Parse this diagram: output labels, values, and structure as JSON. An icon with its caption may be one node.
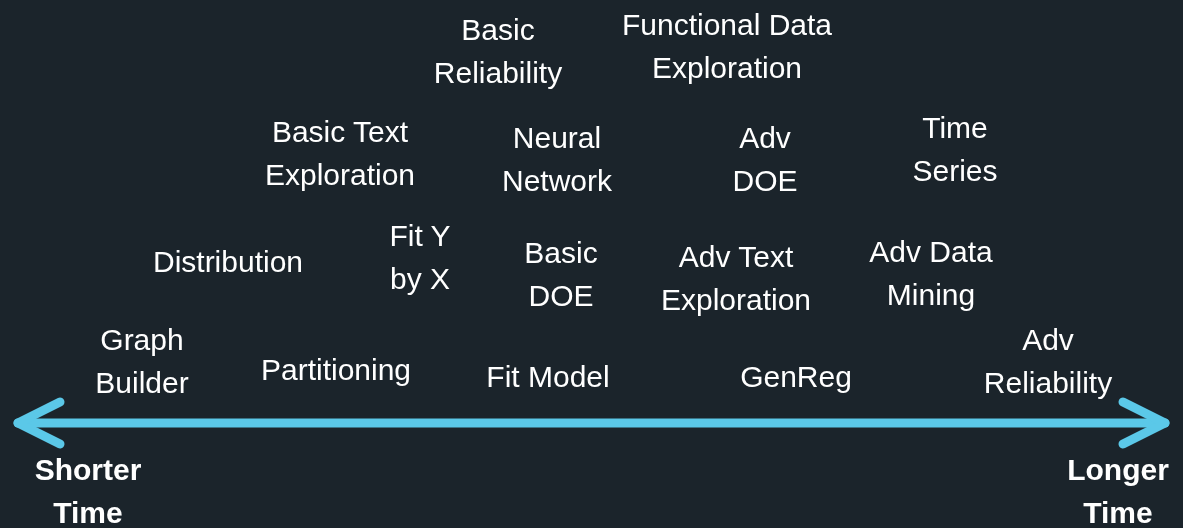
{
  "diagram": {
    "labels": [
      "Basic Reliability",
      "Functional Data Exploration",
      "Basic Text Exploration",
      "Neural Network",
      "Adv DOE",
      "Time Series",
      "Distribution",
      "Fit Y by X",
      "Basic DOE",
      "Adv Text Exploration",
      "Adv Data Mining",
      "Graph Builder",
      "Partitioning",
      "Fit Model",
      "GenReg",
      "Adv Reliability",
      "Shorter Time",
      "Longer Time"
    ]
  }
}
